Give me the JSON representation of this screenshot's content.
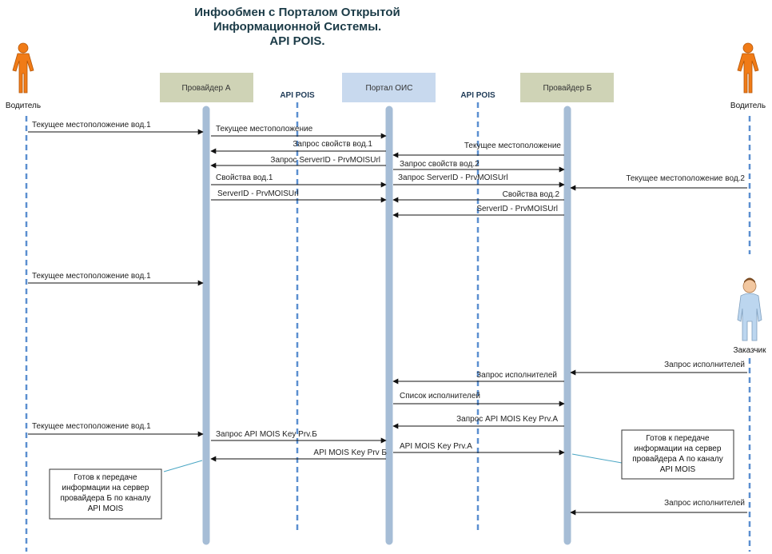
{
  "title": [
    "Инфообмен с Порталом Открытой",
    "Информационной Системы.",
    "API POIS."
  ],
  "participants": {
    "provider_a": "Провайдер А",
    "portal": "Портал ОИС",
    "provider_b": "Провайдер Б",
    "api_left": "API POIS",
    "api_right": "API POIS"
  },
  "actors": {
    "driver_left": "Водитель",
    "driver_right": "Водитель",
    "customer": "Заказчик"
  },
  "messages": [
    "Текущее местоположение вод.1",
    "Текущее местоположение",
    "Запрос свойств вод.1",
    "Текущее местоположение",
    "Запрос ServerID - PrvMOISUrl",
    "Запрос свойств вод.2",
    "Свойства вод.1",
    "Запрос ServerID - PrvMOISUrl",
    "Текущее местоположение вод.2",
    "ServerID - PrvMOISUrl",
    "Свойства вод.2",
    "ServerID - PrvMOISUrl",
    "Текущее местоположение вод.1",
    "Запрос исполнителей",
    "Запрос исполнителей",
    "Список исполнителей",
    "Запрос API MOIS Key Prv.A",
    "Текущее местоположение вод.1",
    "Запрос API MOIS Key Prv.Б",
    "API MOIS Key Prv.A",
    "API MOIS Key Prv Б",
    "Запрос исполнителей"
  ],
  "notes": {
    "left": [
      "Готов к передаче",
      "информации на сервер",
      "провайдера Б по каналу",
      "API MOIS"
    ],
    "right": [
      "Готов к передаче",
      "информации на сервер",
      "провайдера А по каналу",
      "API MOIS"
    ]
  },
  "colors": {
    "lifeline": "#a6bdd6",
    "dashed": "#5b8fd0",
    "provider_box": "#cfd3b6",
    "portal_box": "#c8d9ee",
    "actor_orange": "#f07b17",
    "actor_blue": "#bcd6ef",
    "title": "#1b3b47",
    "note_line": "#4aa6c4"
  }
}
